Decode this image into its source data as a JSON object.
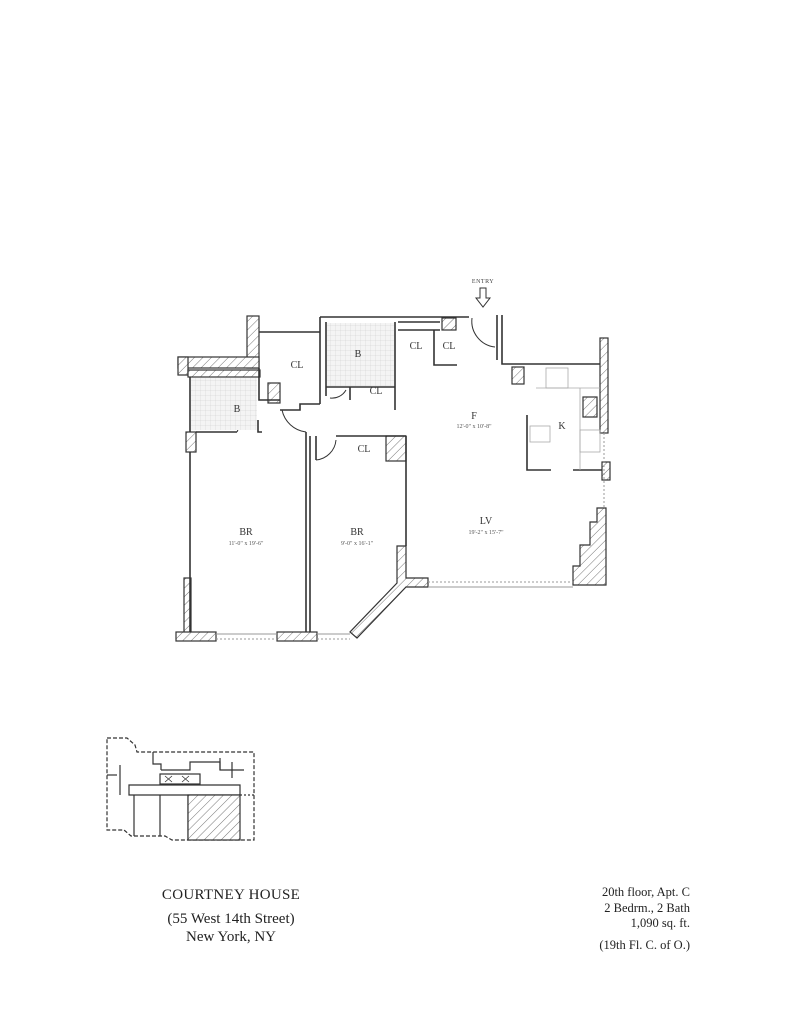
{
  "floorplan": {
    "entry_label": "ENTRY",
    "rooms": [
      {
        "id": "cl-1",
        "label": "CL",
        "dims": ""
      },
      {
        "id": "bath-1",
        "label": "B",
        "dims": ""
      },
      {
        "id": "bath-2",
        "label": "B",
        "dims": ""
      },
      {
        "id": "cl-2",
        "label": "CL",
        "dims": ""
      },
      {
        "id": "cl-3",
        "label": "CL",
        "dims": ""
      },
      {
        "id": "cl-4",
        "label": "CL",
        "dims": ""
      },
      {
        "id": "foyer",
        "label": "F",
        "dims": "12'-0\" x 10'-8\""
      },
      {
        "id": "kitchen",
        "label": "K",
        "dims": ""
      },
      {
        "id": "cl-5",
        "label": "CL",
        "dims": ""
      },
      {
        "id": "bedroom-1",
        "label": "BR",
        "dims": "11'-0\" x 19'-6\""
      },
      {
        "id": "bedroom-2",
        "label": "BR",
        "dims": "9'-0\" x 16'-1\""
      },
      {
        "id": "living",
        "label": "LV",
        "dims": "19'-2\" x 15'-7\""
      }
    ]
  },
  "building": {
    "name": "COURTNEY HOUSE",
    "address": "(55 West 14th Street)",
    "city": "New York, NY"
  },
  "unit": {
    "floor_apt": "20th floor, Apt. C",
    "rooms": "2 Bedrm., 2 Bath",
    "area": "1,090 sq. ft.",
    "co_note": "(19th Fl. C. of O.)"
  },
  "colors": {
    "wall": "#333333",
    "hatch": "#777777",
    "fixture": "#aaaaaa"
  }
}
